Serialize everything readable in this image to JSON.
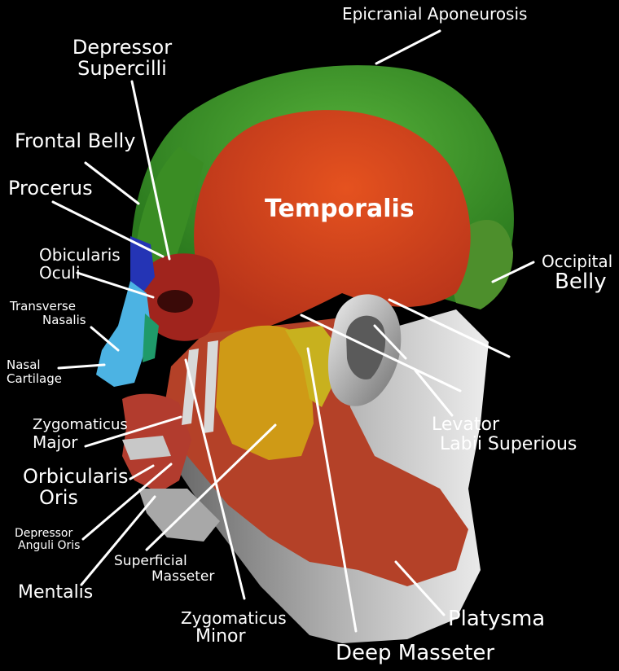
{
  "labels": {
    "epicranial_aponeurosis": "Epicranial Aponeurosis",
    "depressor_supercilli_1": "Depressor",
    "depressor_supercilli_2": "Supercilli",
    "frontal_belly": "Frontal Belly",
    "procerus": "Procerus",
    "temporalis": "Temporalis",
    "obicularis_oculi_1": "Obicularis",
    "obicularis_oculi_2": "Oculi",
    "occipital_belly_1": "Occipital",
    "occipital_belly_2": "Belly",
    "transverse_nasalis_1": "Transverse",
    "transverse_nasalis_2": "Nasalis",
    "nasal_cartilage_1": "Nasal",
    "nasal_cartilage_2": "Cartilage",
    "levator_labii_1": "Levator",
    "levator_labii_2": "Labii Superious",
    "zygomaticus_major_1": "Zygomaticus",
    "zygomaticus_major_2": "Major",
    "orbicularis_oris_1": "Orbicularis",
    "orbicularis_oris_2": "Oris",
    "depressor_anguli_oris_1": "Depressor",
    "depressor_anguli_oris_2": "Anguli Oris",
    "superficial_masseter_1": "Superficial",
    "superficial_masseter_2": "Masseter",
    "mentalis": "Mentalis",
    "zygomaticus_minor_1": "Zygomaticus",
    "zygomaticus_minor_2": "Minor",
    "platysma": "Platysma",
    "deep_masseter": "Deep Masseter"
  },
  "colors": {
    "background": "#000000",
    "epicranial_green": "#3f9a2a",
    "temporalis_orange": "#d8451c",
    "platysma_red": "#b84a2e",
    "masseter_yellow": "#d6a21a",
    "orbicularis_red": "#a8261f",
    "procerus_blue": "#2236b8",
    "nasal_cyan": "#4fb6e6",
    "skin_grey": "#b8b8b8",
    "label_white": "#ffffff"
  }
}
